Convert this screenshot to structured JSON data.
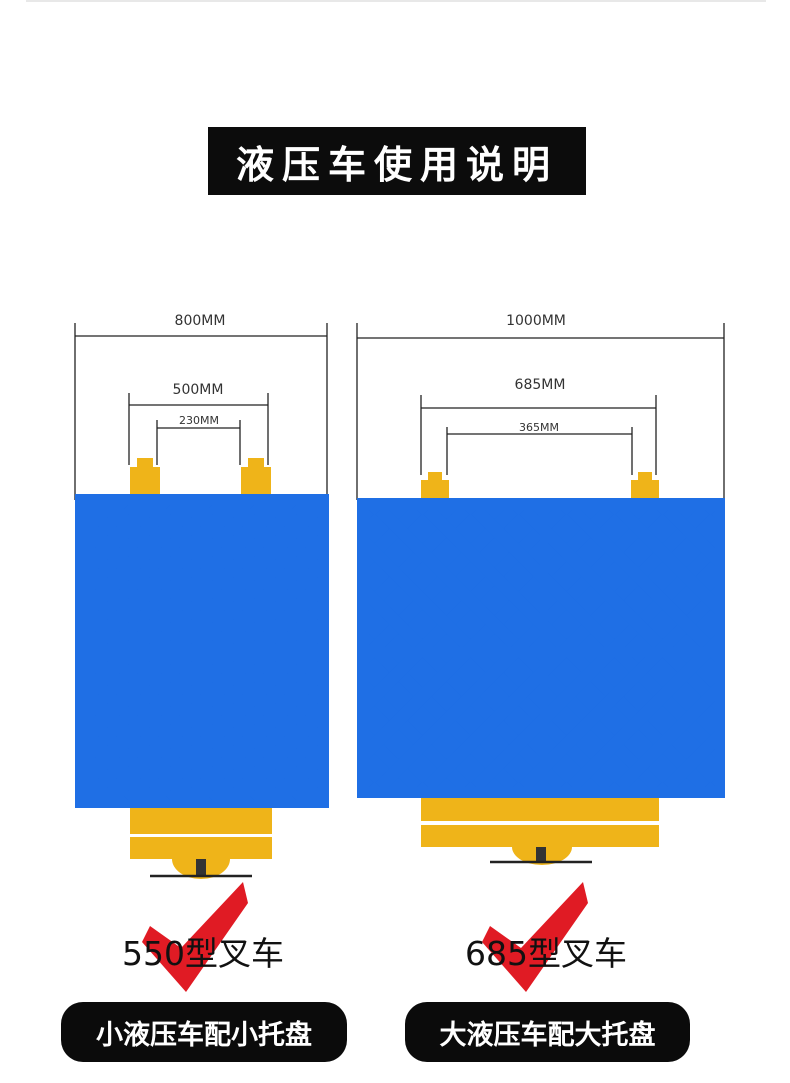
{
  "title": "液压车使用说明",
  "colors": {
    "pallet": "#1f6fe5",
    "fork": "#efb419",
    "check": "#e01b24",
    "banner": "#0c0c0c"
  },
  "left": {
    "dim_outer": "800MM",
    "dim_mid": "500MM",
    "dim_inner": "230MM",
    "forklift_label": "550型叉车",
    "pill_label": "小液压车配小托盘"
  },
  "right": {
    "dim_outer": "1000MM",
    "dim_mid": "685MM",
    "dim_inner": "365MM",
    "forklift_label": "685型叉车",
    "pill_label": "大液压车配大托盘"
  },
  "icons": [
    "check-mark-icon",
    "pallet-jack-icon"
  ]
}
